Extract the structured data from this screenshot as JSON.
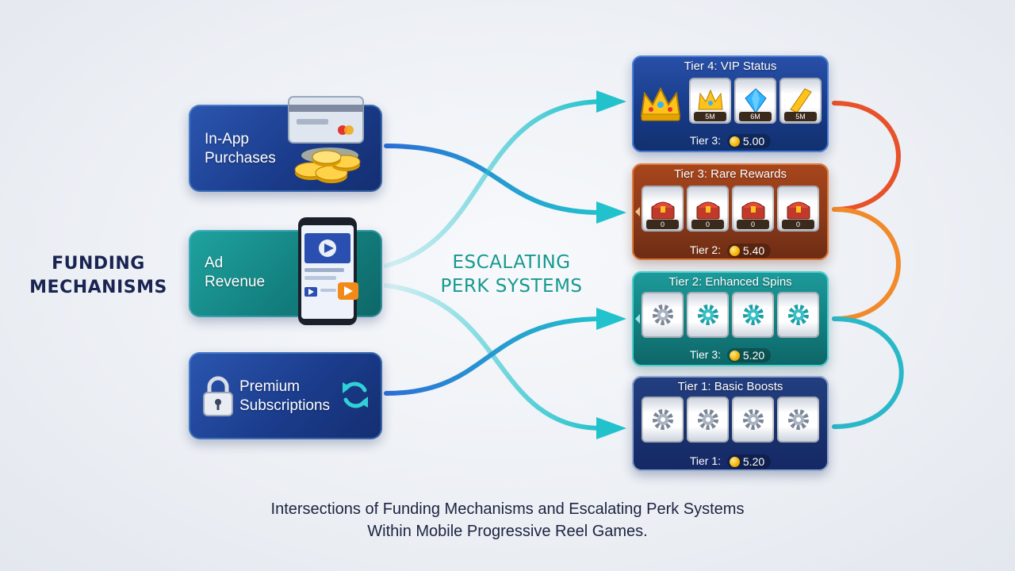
{
  "funding": {
    "title": "FUNDING\nMECHANISMS",
    "in_app": "In-App\nPurchases",
    "ad": "Ad\nRevenue",
    "premium": "Premium\nSubscriptions"
  },
  "perks": {
    "title": "ESCALATING\nPERK SYSTEMS"
  },
  "tiers": [
    {
      "title": "Tier 4: VIP Status",
      "reel_values": [
        "5M",
        "6M",
        "5M"
      ],
      "footer_label": "Tier 3:",
      "footer_value": "5.00"
    },
    {
      "title": "Tier 3: Rare Rewards",
      "reel_values": [
        "0",
        "0",
        "0",
        "0"
      ],
      "footer_label": "Tier 2:",
      "footer_value": "5.40"
    },
    {
      "title": "Tier 2: Enhanced Spins",
      "footer_label": "Tier 3:",
      "footer_value": "5.20"
    },
    {
      "title": "Tier 1: Basic Boosts",
      "footer_label": "Tier 1:",
      "footer_value": "5.20"
    }
  ],
  "caption": "Intersections of Funding Mechanisms and Escalating Perk Systems\nWithin Mobile Progressive Reel Games.",
  "colors": {
    "navy": "#1b3c8c",
    "teal": "#13807f",
    "rust": "#8a3a1a",
    "flow_teal": "#22c2cc",
    "flow_orange": "#f08a2a",
    "flow_red": "#e8522a"
  }
}
